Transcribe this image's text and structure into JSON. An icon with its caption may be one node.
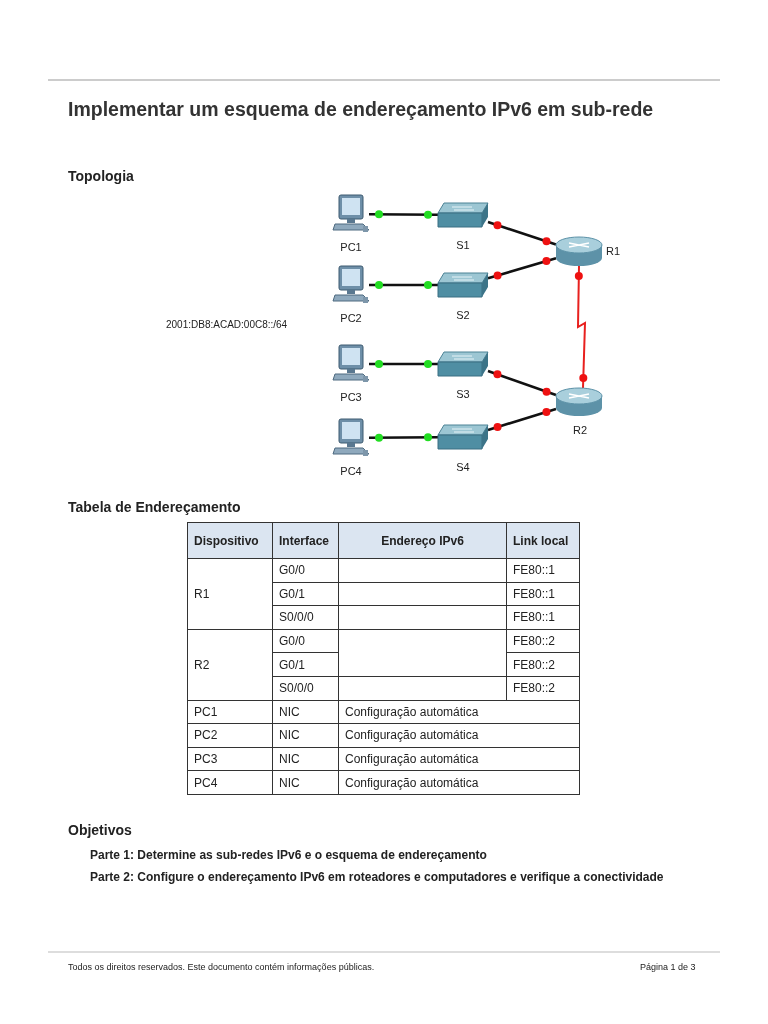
{
  "diagram": {
    "title": "Implementar um esquema de endereçamento IPv6 em sub-rede",
    "nodes": [
      {
        "text": [
          "PC1"
        ]
      },
      {
        "text": [
          "S1"
        ]
      },
      {
        "text": [
          "PC2"
        ]
      },
      {
        "text": [
          "S2"
        ]
      },
      {
        "text": [
          "R1"
        ]
      },
      {
        "text": [
          "PC3"
        ]
      },
      {
        "text": [
          "S3"
        ]
      },
      {
        "text": [
          "PC4"
        ]
      },
      {
        "text": [
          "S4"
        ]
      },
      {
        "text": [
          "R2"
        ]
      }
    ],
    "edges": [
      {
        "from": 0,
        "to": 1,
        "arrow": "none"
      },
      {
        "from": 1,
        "to": 4,
        "arrow": "none"
      },
      {
        "from": 2,
        "to": 3,
        "arrow": "none"
      },
      {
        "from": 3,
        "to": 4,
        "arrow": "none"
      },
      {
        "from": 4,
        "to": 9,
        "arrow": "none",
        "color": "#e8201e"
      },
      {
        "from": 5,
        "to": 6,
        "arrow": "none"
      },
      {
        "from": 6,
        "to": 9,
        "arrow": "none"
      },
      {
        "from": 7,
        "to": 8,
        "arrow": "none"
      },
      {
        "from": 8,
        "to": 9,
        "arrow": "none"
      }
    ],
    "labels": [
      "Topologia",
      "2001:DB8:ACAD:00C8::/64",
      "Tabela de Endereçamento",
      "Dispositivo",
      "Interface",
      "Endereço IPv6",
      "Link local",
      "R1",
      "G0/0",
      "FE80::1",
      "G0/1",
      "FE80::1",
      "S0/0/0",
      "FE80::1",
      "R2",
      "G0/0",
      "FE80::2",
      "G0/1",
      "FE80::2",
      "S0/0/0",
      "FE80::2",
      "PC1",
      "NIC",
      "Configuração automática",
      "PC2",
      "NIC",
      "Configuração automática",
      "PC3",
      "NIC",
      "Configuração automática",
      "PC4",
      "NIC",
      "Configuração automática",
      "Objetivos",
      "Parte 1: Determine as sub-redes IPv6 e o esquema de endereçamento",
      "Parte 2: Configure o endereçamento IPv6 em roteadores e computadores e verifique a conectividade",
      "Todos os direitos reservados. Este documento contém informações públicas.",
      "Página 1 de 3"
    ]
  }
}
